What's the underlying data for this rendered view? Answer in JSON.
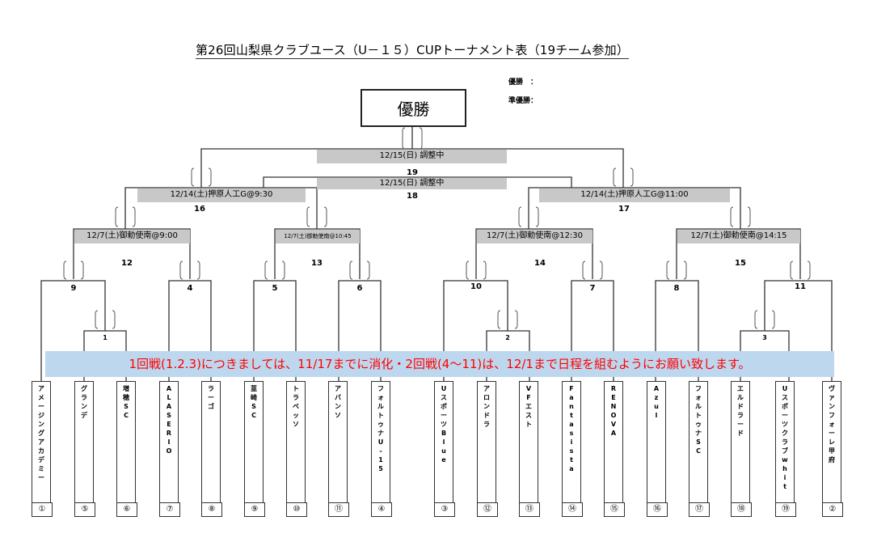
{
  "title": "第26回山梨県クラブユース（U－１５）CUPトーナメント表（19チーム参加）",
  "legend": {
    "champion_label": "優勝　：",
    "runner_up_label": "準優勝："
  },
  "champion_box": "優勝",
  "matches": {
    "m19": {
      "number": "19",
      "schedule": "12/15(日)  調整中"
    },
    "m18": {
      "number": "18",
      "schedule": "12/15(日)  調整中"
    },
    "m16": {
      "number": "16",
      "schedule": "12/14(土)押原人工G@9:30"
    },
    "m17": {
      "number": "17",
      "schedule": "12/14(土)押原人工G@11:00"
    },
    "m12": {
      "number": "12",
      "schedule": "12/7(土)御勅使南@9:00"
    },
    "m13": {
      "number": "13",
      "schedule": "12/7(土)御勅使南@10:45"
    },
    "m14": {
      "number": "14",
      "schedule": "12/7(土)御勅使南@12:30"
    },
    "m15": {
      "number": "15",
      "schedule": "12/7(土)御勅使南@14:15"
    },
    "m9": {
      "number": "9"
    },
    "m4": {
      "number": "4"
    },
    "m5": {
      "number": "5"
    },
    "m6": {
      "number": "6"
    },
    "m10": {
      "number": "10"
    },
    "m7": {
      "number": "7"
    },
    "m8": {
      "number": "8"
    },
    "m11": {
      "number": "11"
    },
    "m1": {
      "number": "1"
    },
    "m2": {
      "number": "2"
    },
    "m3": {
      "number": "3"
    }
  },
  "notice": "1回戦(1.2.3)につきましては、11/17までに消化・2回戦(4～11)は、12/1まで日程を組むようにお願い致します。",
  "teams": [
    {
      "name": "アメージングアカデミー",
      "seed": "①"
    },
    {
      "name": "グランデ",
      "seed": "⑤"
    },
    {
      "name": "増穂SC",
      "seed": "⑥"
    },
    {
      "name": "ALASERIO",
      "seed": "⑦"
    },
    {
      "name": "ラーゴ",
      "seed": "⑧"
    },
    {
      "name": "韮崎SC",
      "seed": "⑨"
    },
    {
      "name": "トラベッソ",
      "seed": "⑩"
    },
    {
      "name": "アバンソ",
      "seed": "⑪"
    },
    {
      "name": "フォルトゥナU-15",
      "seed": "④"
    },
    {
      "name": "UスポーツBlue",
      "seed": "③"
    },
    {
      "name": "アロンドラ",
      "seed": "⑫"
    },
    {
      "name": "VFエスト",
      "seed": "⑬"
    },
    {
      "name": "Fantasista",
      "seed": "⑭"
    },
    {
      "name": "RENOVA",
      "seed": "⑮"
    },
    {
      "name": "Azul",
      "seed": "⑯"
    },
    {
      "name": "フォルトゥナSC",
      "seed": "⑰"
    },
    {
      "name": "エルドラード",
      "seed": "⑱"
    },
    {
      "name": "Uスポーツクラブwhit",
      "seed": "⑲"
    },
    {
      "name": "ヴァンフォーレ甲府",
      "seed": "②"
    }
  ]
}
